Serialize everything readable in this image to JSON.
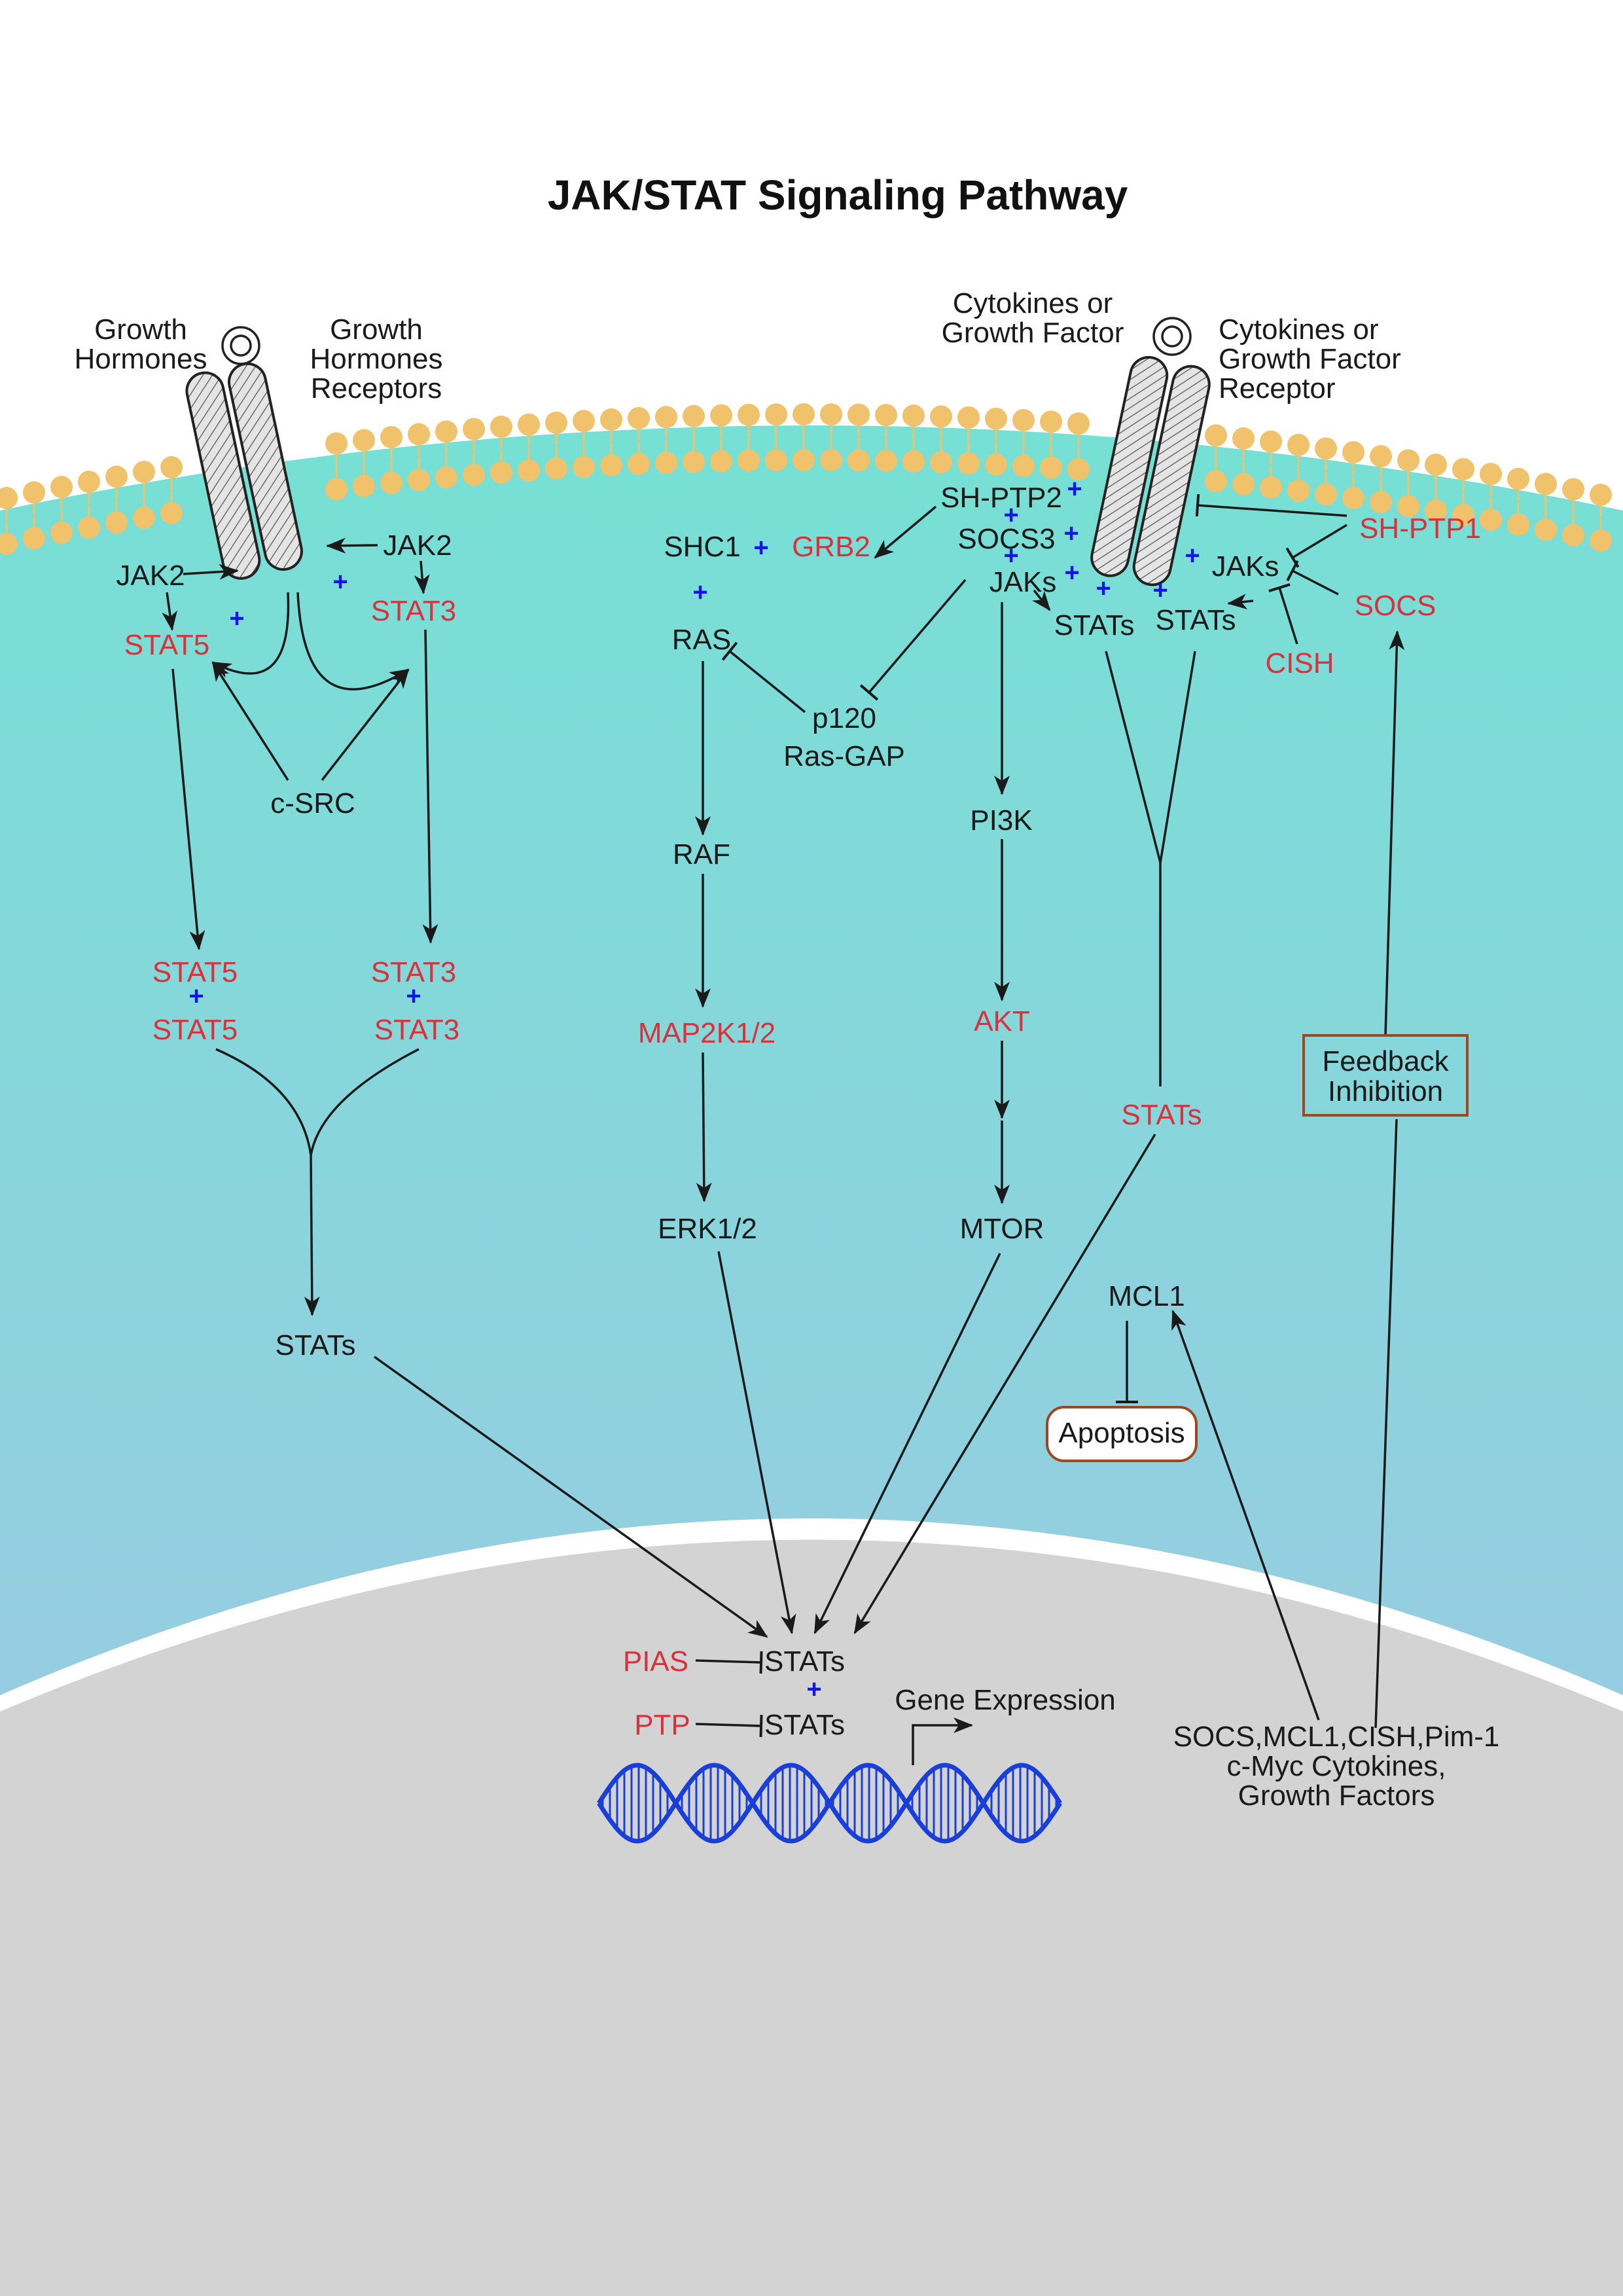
{
  "title": "JAK/STAT Signaling Pathway",
  "colors": {
    "activator_text": "#1a1a1a",
    "inhibitor_text": "#d8323c",
    "interaction_plus": "#1515e8",
    "cytoplasm_top": "#76e0d4",
    "cytoplasm_bottom": "#a6c4e8",
    "nucleus": "#d3d3d3",
    "membrane_lipid": "#f0c26c",
    "dna": "#1a3fd8",
    "box_border": "#a0461e"
  },
  "left_receptor": {
    "ligand_label": "Growth Hormones",
    "receptor_label": "Growth Hormones Receptors",
    "jak2_left": "JAK2",
    "jak2_right": "JAK2",
    "stat5": "STAT5",
    "stat3": "STAT3",
    "csrc": "c-SRC",
    "stat5_dimer_top": "STAT5",
    "stat5_dimer_bottom": "STAT5",
    "stat3_dimer_top": "STAT3",
    "stat3_dimer_bottom": "STAT3",
    "stats": "STATs"
  },
  "middle": {
    "shc1": "SHC1",
    "grb2": "GRB2",
    "ras": "RAS",
    "p120": "p120",
    "rasgap": "Ras-GAP",
    "raf": "RAF",
    "map2k": "MAP2K1/2",
    "erk": "ERK1/2",
    "shptp2": "SH-PTP2",
    "socs3": "SOCS3",
    "jaks": "JAKs",
    "pi3k": "PI3K",
    "akt": "AKT",
    "mtor": "MTOR"
  },
  "right_receptor": {
    "ligand_label": "Cytokines or Growth Factor",
    "receptor_label": "Cytokines or Growth Factor Receptor",
    "stats_left": "STATs",
    "stats_right": "STATs",
    "jaks": "JAKs",
    "shptp1": "SH-PTP1",
    "socs": "SOCS",
    "cish": "CISH",
    "stats_merged": "STATs",
    "feedback": [
      "Feedback",
      "Inhibition"
    ],
    "mcl1": "MCL1",
    "apoptosis": "Apoptosis"
  },
  "nucleus": {
    "pias": "PIAS",
    "ptp": "PTP",
    "stats_top": "STATs",
    "stats_bottom": "STATs",
    "gene_expression": "Gene Expression",
    "targets": [
      "SOCS,MCL1,CISH,Pim-1",
      "c-Myc Cytokines,",
      "Growth Factors"
    ]
  },
  "plus_sign": "+"
}
